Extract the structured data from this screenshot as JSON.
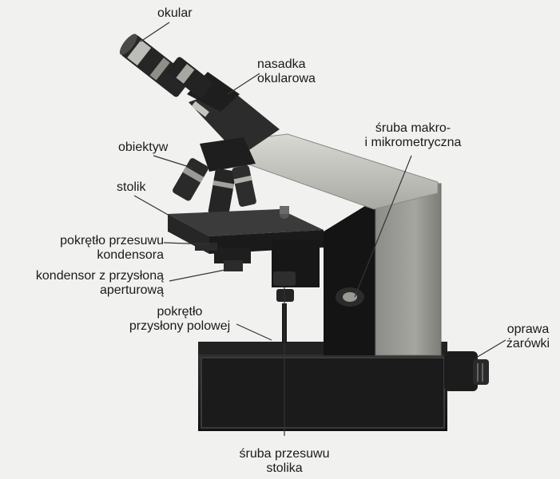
{
  "labels": {
    "okular": "okular",
    "nasadka": [
      "nasadka",
      "okularowa"
    ],
    "obiektyw": "obiektyw",
    "stolik": "stolik",
    "pokretlo_przesuwu": [
      "pokrętło przesuwu",
      "kondensora"
    ],
    "kondensor": [
      "kondensor z przysłoną",
      "aperturową"
    ],
    "pokretlo_przyslony": [
      "pokrętło",
      "przysłony polowej"
    ],
    "sruba_makro": [
      "śruba makro-",
      "i mikrometryczna"
    ],
    "oprawa": [
      "oprawa",
      "żarówki"
    ],
    "sruba_stolika": [
      "śruba przesuwu",
      "stolika"
    ]
  }
}
